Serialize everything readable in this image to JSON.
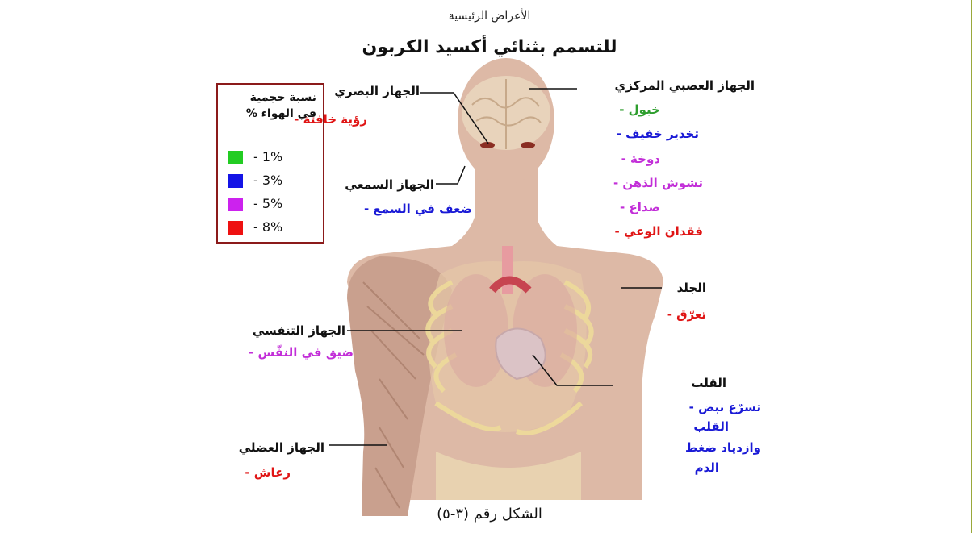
{
  "title_small": "الأعراض الرئيسية",
  "title_main": "للتسمم بثنائي أكسيد الكربون",
  "caption": "الشكل رقم (٣-٥)",
  "legend": {
    "title_line1": "نسبة حجمية",
    "title_line2": "في الهواء %",
    "items": [
      {
        "label": "- 1%",
        "color": "#22cc22"
      },
      {
        "label": "- 3%",
        "color": "#1414e6"
      },
      {
        "label": "- 5%",
        "color": "#cc22ee"
      },
      {
        "label": "- 8%",
        "color": "#ee1111"
      }
    ]
  },
  "organs": {
    "cns": {
      "label": "الجهاز العصبي المركزي",
      "symptoms": [
        {
          "text": "خبول -",
          "color": "#2e9e2e"
        },
        {
          "text": "تخدير خفيف -",
          "color": "#1a1ad6"
        },
        {
          "text": "دوخة -",
          "color": "#c22ed8"
        },
        {
          "text": "تشوش الذهن -",
          "color": "#c22ed8"
        },
        {
          "text": "صداع -",
          "color": "#c22ed8"
        },
        {
          "text": "فقدان الوعي -",
          "color": "#e01515"
        }
      ]
    },
    "visual": {
      "label": "الجهاز البصري",
      "symptom": "رؤية خافتة -",
      "color": "#e01515"
    },
    "auditory": {
      "label": "الجهاز السمعي",
      "symptom": "ضعف في السمع -",
      "color": "#1a1ad6"
    },
    "skin": {
      "label": "الجلد",
      "symptom": "تعرّق -",
      "color": "#e01515"
    },
    "respiratory": {
      "label": "الجهاز التنفسي",
      "symptom": "ضيق في النفّس -",
      "color": "#c22ed8"
    },
    "heart": {
      "label": "القلب",
      "symptoms": [
        "تسرّع نبض -",
        "القلب",
        "وازدياد ضغط",
        "الدم"
      ],
      "color": "#1a1ad6"
    },
    "muscular": {
      "label": "الجهاز العضلي",
      "symptom": "رعاش -",
      "color": "#e01515"
    }
  },
  "colors": {
    "skin": "#ddb9a6",
    "muscle": "#c9a08e",
    "bone": "#efe0a8",
    "frame": "#9aa83a",
    "legend_border": "#8b1a1a"
  }
}
